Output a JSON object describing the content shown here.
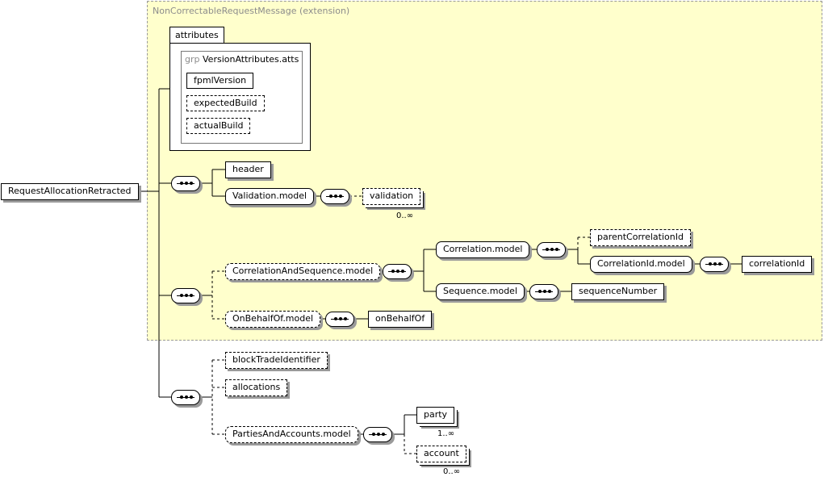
{
  "extension_label": "NonCorrectableRequestMessage (extension)",
  "root": "RequestAllocationRetracted",
  "attributes": {
    "tab": "attributes",
    "group_keyword": "grp",
    "group_name": "VersionAttributes.atts",
    "items": [
      "fpmlVersion",
      "expectedBuild",
      "actualBuild"
    ]
  },
  "nodes": {
    "header": "header",
    "validation_model": "Validation.model",
    "validation": "validation",
    "validation_mult": "0..∞",
    "correlation_and_sequence_model": "CorrelationAndSequence.model",
    "correlation_model": "Correlation.model",
    "parent_correlation_id": "parentCorrelationId",
    "correlation_id_model": "CorrelationId.model",
    "correlation_id": "correlationId",
    "sequence_model": "Sequence.model",
    "sequence_number": "sequenceNumber",
    "on_behalf_of_model": "OnBehalfOf.model",
    "on_behalf_of": "onBehalfOf",
    "block_trade_identifier": "blockTradeIdentifier",
    "allocations": "allocations",
    "parties_and_accounts_model": "PartiesAndAccounts.model",
    "party": "party",
    "party_mult": "1..∞",
    "account": "account",
    "account_mult": "0..∞"
  }
}
